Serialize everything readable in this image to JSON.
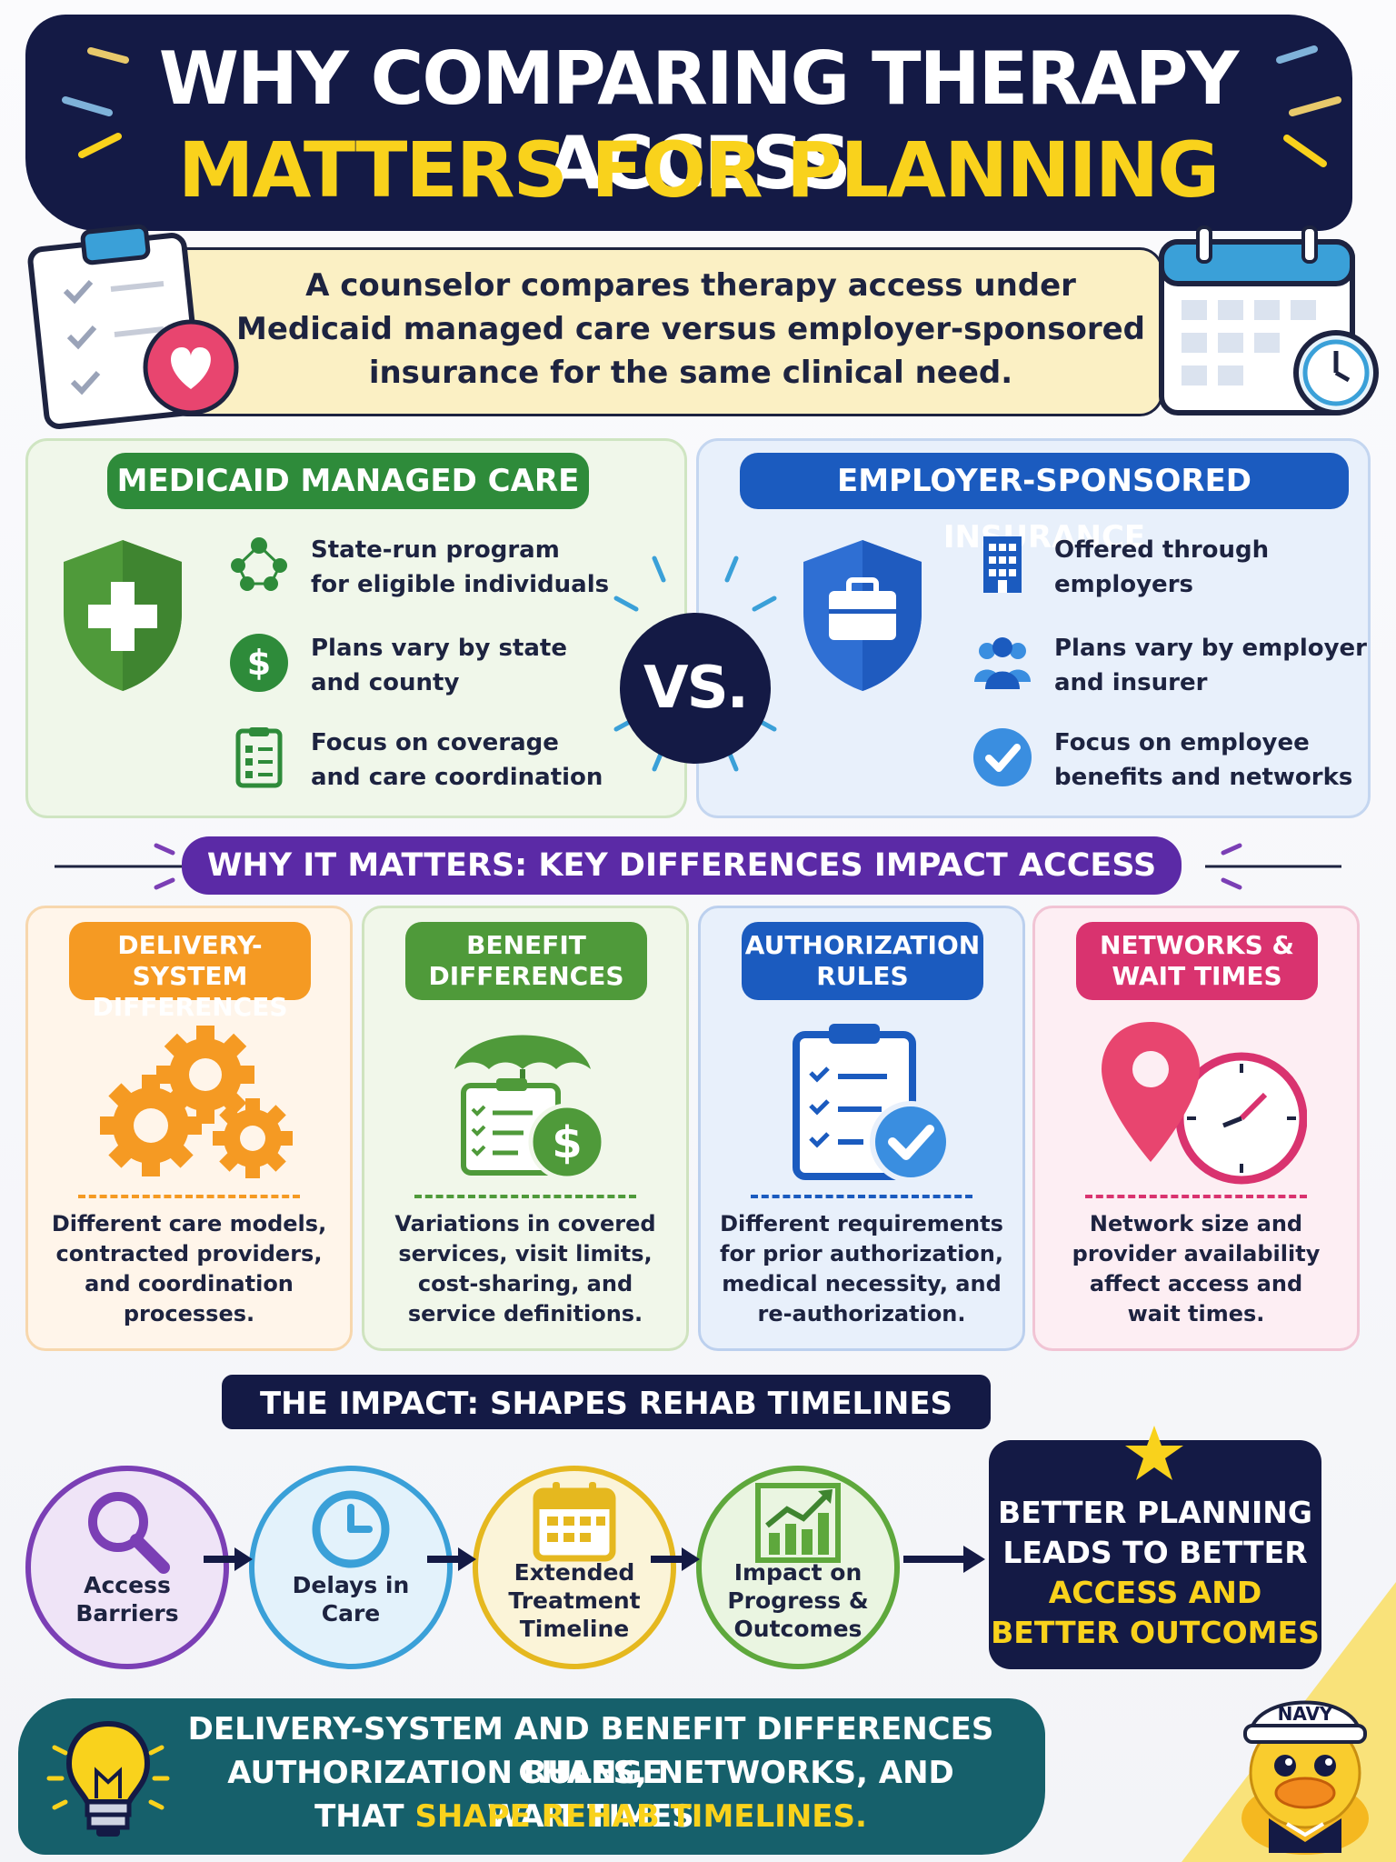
{
  "title": {
    "line1": "WHY COMPARING THERAPY ACCESS",
    "line2": "MATTERS FOR PLANNING"
  },
  "intro": {
    "line1": "A counselor compares therapy access under",
    "line2": "Medicaid managed care versus employer-sponsored",
    "line3": "insurance for the same clinical need."
  },
  "medicaid": {
    "label": "MEDICAID MANAGED CARE",
    "features": [
      {
        "icon": "people-network-icon",
        "line1": "State-run program",
        "line2": "for eligible individuals"
      },
      {
        "icon": "dollar-icon",
        "line1": "Plans vary by state",
        "line2": "and county"
      },
      {
        "icon": "checklist-icon",
        "line1": "Focus on coverage",
        "line2": "and care coordination"
      }
    ]
  },
  "vs": "VS.",
  "employer": {
    "label": "EMPLOYER-SPONSORED INSURANCE",
    "features": [
      {
        "icon": "building-icon",
        "line1": "Offered through",
        "line2": "employers"
      },
      {
        "icon": "people-group-icon",
        "line1": "Plans vary by employer",
        "line2": "and insurer"
      },
      {
        "icon": "checkmark-circle-icon",
        "line1": "Focus on employee",
        "line2": "benefits and networks"
      }
    ]
  },
  "matters": "WHY IT MATTERS: KEY DIFFERENCES IMPACT ACCESS",
  "cards": [
    {
      "label1": "DELIVERY-SYSTEM",
      "label2": "DIFFERENCES",
      "color": "#f59a23",
      "icon": "gears-icon",
      "desc": [
        "Different care models,",
        "contracted providers,",
        "and coordination",
        "processes."
      ]
    },
    {
      "label1": "BENEFIT",
      "label2": "DIFFERENCES",
      "color": "#4f9a3a",
      "icon": "umbrella-dollar-icon",
      "desc": [
        "Variations in covered",
        "services, visit limits,",
        "cost-sharing, and",
        "service definitions."
      ]
    },
    {
      "label1": "AUTHORIZATION",
      "label2": "RULES",
      "color": "#1b5bbf",
      "icon": "clipboard-check-icon",
      "desc": [
        "Different requirements",
        "for prior authorization,",
        "medical necessity, and",
        "re-authorization."
      ]
    },
    {
      "label1": "NETWORKS &",
      "label2": "WAIT TIMES",
      "color": "#d9336f",
      "icon": "location-clock-icon",
      "desc": [
        "Network size and",
        "provider availability",
        "affect access and",
        "wait times."
      ]
    }
  ],
  "impact": "THE IMPACT: SHAPES REHAB TIMELINES",
  "steps": [
    {
      "lines": [
        "Access",
        "Barriers"
      ],
      "icon": "magnifier-icon",
      "color": "#7b3fb5"
    },
    {
      "lines": [
        "Delays in",
        "Care"
      ],
      "icon": "clock-icon",
      "color": "#3aa0d8"
    },
    {
      "lines": [
        "Extended",
        "Treatment",
        "Timeline"
      ],
      "icon": "calendar-icon",
      "color": "#e5b81f"
    },
    {
      "lines": [
        "Impact on",
        "Progress &",
        "Outcomes"
      ],
      "icon": "growth-chart-icon",
      "color": "#5ea83c"
    }
  ],
  "outcome": {
    "line1": "BETTER PLANNING",
    "line2": "LEADS TO BETTER",
    "line3": "ACCESS AND",
    "line4": "BETTER OUTCOMES"
  },
  "bottom": {
    "line1": "DELIVERY-SYSTEM AND BENEFIT DIFFERENCES CHANGE",
    "line2": "AUTHORIZATION RULES, NETWORKS, AND WAIT TIMES",
    "line3_plain": "THAT ",
    "line3_highlight": "SHAPE REHAB TIMELINES."
  },
  "mascot": {
    "hat_text": "NAVY"
  },
  "colors": {
    "navy": "#141a45",
    "yellow": "#f9d21c",
    "green": "#2e8b3a",
    "blue": "#1b5bbf",
    "purple": "#5b2aa6",
    "teal": "#16606b"
  }
}
